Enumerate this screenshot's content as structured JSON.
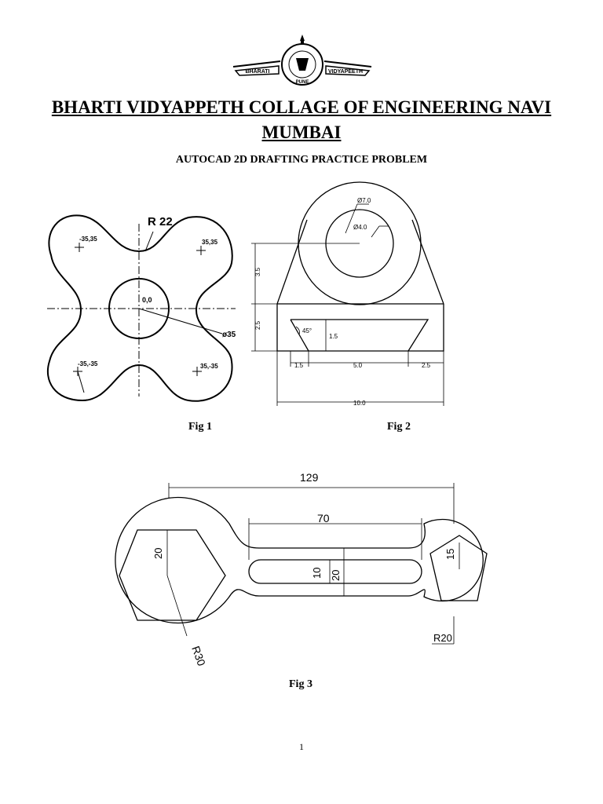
{
  "header": {
    "logo_left_text": "BHARATI",
    "logo_right_text": "VIDYAPEETH",
    "logo_bottom_text": "PUNE",
    "title_line1": "BHARTI VIDYAPPETH COLLAGE OF ENGINEERING NAVI",
    "title_line2": "MUMBAI",
    "subtitle": "AUTOCAD 2D DRAFTING PRACTICE PROBLEM"
  },
  "fig1": {
    "caption": "Fig 1",
    "radius_label": "R 22",
    "diameter_label": "ø35",
    "origin_label": "0,0",
    "points": [
      "-35,35",
      "35,35",
      "-35,-35",
      "35,-35"
    ]
  },
  "fig2": {
    "caption": "Fig 2",
    "outer_dia": "Ø7.0",
    "inner_dia": "Ø4.0",
    "height_upper": "3.5",
    "height_lower": "2.5",
    "angle": "45°",
    "notch_depth": "1.5",
    "dim_left": "1.5",
    "dim_mid": "5.0",
    "dim_right": "2.5",
    "dim_total": "10.0"
  },
  "fig3": {
    "caption": "Fig 3",
    "overall_length": "129",
    "slot_length": "70",
    "slot_width": "10",
    "arm_width": "20",
    "hex_size": "20",
    "pent_size": "15",
    "left_radius": "R30",
    "right_radius": "R20"
  },
  "footer": {
    "page_number": "1"
  }
}
